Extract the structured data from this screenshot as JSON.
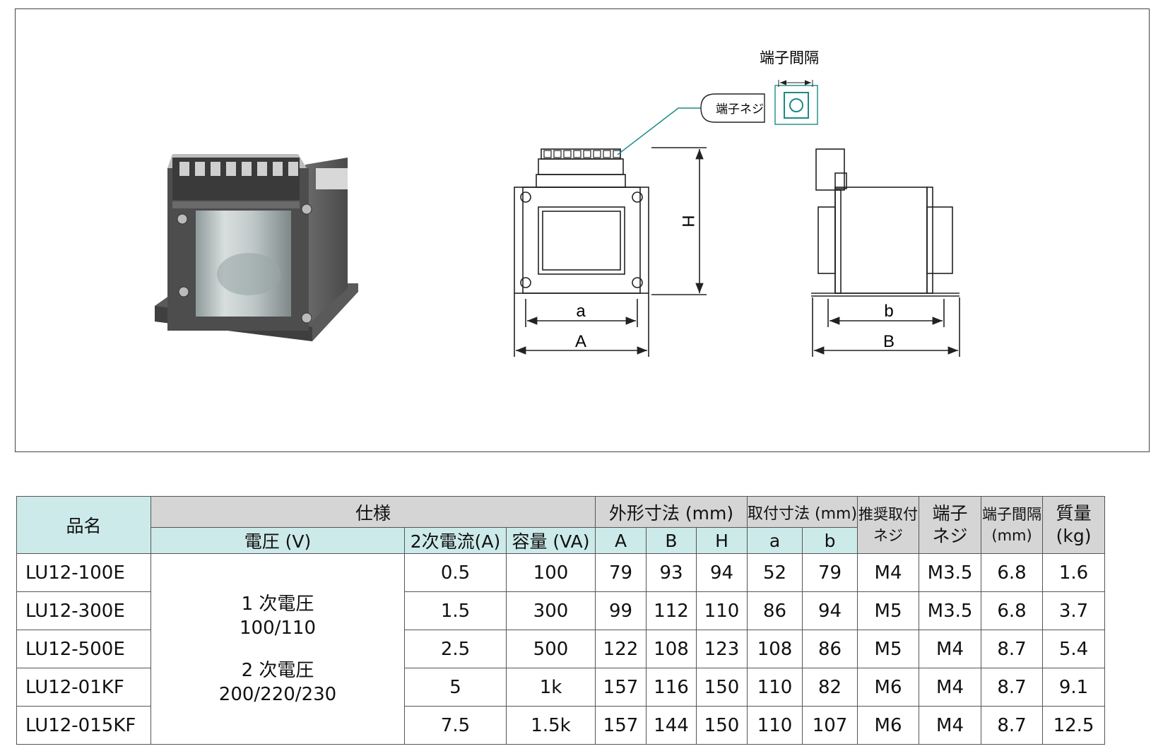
{
  "figure": {
    "callouts": {
      "terminal_spacing": "端子間隔",
      "terminal_screw": "端子ネジ"
    },
    "dimension_labels": {
      "a": "a",
      "A": "A",
      "b": "b",
      "B": "B",
      "H": "H"
    }
  },
  "table": {
    "headers": {
      "name": "品名",
      "spec": "仕様",
      "outer_dims": "外形寸法 (mm)",
      "mount_dims": "取付寸法 (mm)",
      "recommended_screw_line1": "推奨取付",
      "recommended_screw_line2": "ネジ",
      "terminal_screw_line1": "端子",
      "terminal_screw_line2": "ネジ",
      "terminal_spacing_line1": "端子間隔",
      "terminal_spacing_line2": "(mm)",
      "mass_line1": "質量",
      "mass_line2": "(kg)",
      "voltage": "電圧 (V)",
      "secondary_current": "2次電流(A)",
      "capacity": "容量 (VA)",
      "A": "A",
      "B": "B",
      "H": "H",
      "a": "a",
      "b": "b"
    },
    "voltage": {
      "primary_label": "1 次電圧",
      "primary_value": "100/110",
      "secondary_label": "2 次電圧",
      "secondary_value": "200/220/230"
    },
    "rows": [
      {
        "name": "LU12-100E",
        "current": "0.5",
        "capacity": "100",
        "A": "79",
        "B": "93",
        "H": "94",
        "a": "52",
        "b": "79",
        "mount_screw": "M4",
        "terminal_screw": "M3.5",
        "spacing": "6.8",
        "mass": "1.6"
      },
      {
        "name": "LU12-300E",
        "current": "1.5",
        "capacity": "300",
        "A": "99",
        "B": "112",
        "H": "110",
        "a": "86",
        "b": "94",
        "mount_screw": "M5",
        "terminal_screw": "M3.5",
        "spacing": "6.8",
        "mass": "3.7"
      },
      {
        "name": "LU12-500E",
        "current": "2.5",
        "capacity": "500",
        "A": "122",
        "B": "108",
        "H": "123",
        "a": "108",
        "b": "86",
        "mount_screw": "M5",
        "terminal_screw": "M4",
        "spacing": "8.7",
        "mass": "5.4"
      },
      {
        "name": "LU12-01KF",
        "current": "5",
        "capacity": "1k",
        "A": "157",
        "B": "116",
        "H": "150",
        "a": "110",
        "b": "82",
        "mount_screw": "M6",
        "terminal_screw": "M4",
        "spacing": "8.7",
        "mass": "9.1"
      },
      {
        "name": "LU12-015KF",
        "current": "7.5",
        "capacity": "1.5k",
        "A": "157",
        "B": "144",
        "H": "150",
        "a": "110",
        "b": "107",
        "mount_screw": "M6",
        "terminal_screw": "M4",
        "spacing": "8.7",
        "mass": "12.5"
      }
    ]
  }
}
